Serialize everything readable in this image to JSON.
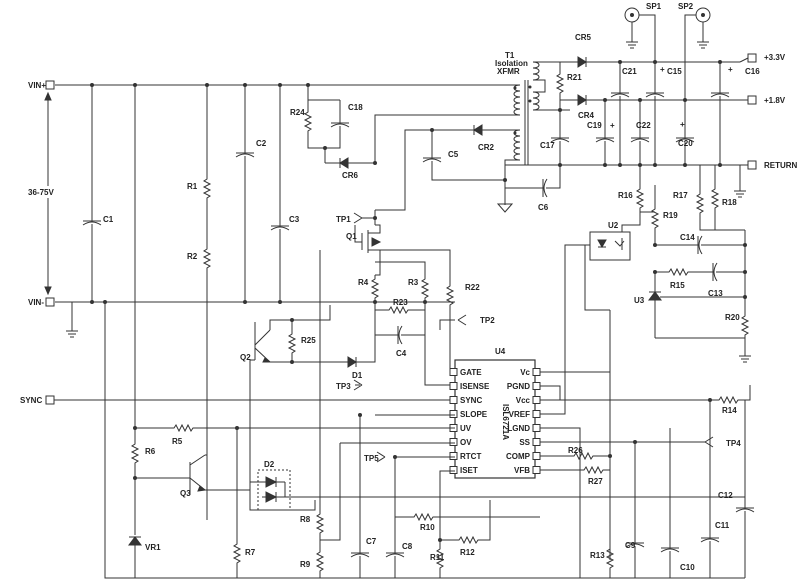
{
  "labels": {
    "t1": "T1",
    "t1_sub1": "Isolation",
    "t1_sub2": "XFMR",
    "sp1": "SP1",
    "sp2": "SP2",
    "vin_top": "VIN+",
    "vin_bot": "VIN-",
    "vrange": "36-75V",
    "sync": "SYNC",
    "out33": "+3.3V",
    "out18": "+1.8V",
    "ret": "RETURN",
    "tp1": "TP1",
    "tp2": "TP2",
    "tp3": "TP3",
    "tp4": "TP4",
    "tp5": "TP5"
  },
  "refs": {
    "C1": "C1",
    "C2": "C2",
    "C3": "C3",
    "C4": "C4",
    "C5": "C5",
    "C6": "C6",
    "C7": "C7",
    "C8": "C8",
    "C9": "C9",
    "C10": "C10",
    "C11": "C11",
    "C12": "C12",
    "C13": "C13",
    "C14": "C14",
    "C15": "C15",
    "C16": "C16",
    "C17": "C17",
    "C18": "C18",
    "C19": "C19",
    "C20": "C20",
    "C21": "C21",
    "C22": "C22",
    "R1": "R1",
    "R2": "R2",
    "R3": "R3",
    "R4": "R4",
    "R5": "R5",
    "R6": "R6",
    "R7": "R7",
    "R8": "R8",
    "R9": "R9",
    "R10": "R10",
    "R11": "R11",
    "R12": "R12",
    "R13": "R13",
    "R14": "R14",
    "R15": "R15",
    "R16": "R16",
    "R17": "R17",
    "R18": "R18",
    "R19": "R19",
    "R20": "R20",
    "R21": "R21",
    "R22": "R22",
    "R23": "R23",
    "R24": "R24",
    "R25": "R25",
    "R26": "R26",
    "R27": "R27",
    "CR2": "CR2",
    "CR4": "CR4",
    "CR5": "CR5",
    "CR6": "CR6",
    "D1": "D1",
    "D2": "D2",
    "Q1": "Q1",
    "Q2": "Q2",
    "Q3": "Q3",
    "U2": "U2",
    "U3": "U3",
    "U4": "U4",
    "VR1": "VR1"
  },
  "ic": {
    "part": "ISL6721A",
    "left_pins": [
      "GATE",
      "ISENSE",
      "SYNC",
      "SLOPE",
      "UV",
      "OV",
      "RTCT",
      "ISET"
    ],
    "right_pins": [
      "Vc",
      "PGND",
      "Vcc",
      "VREF",
      "LGND",
      "SS",
      "COMP",
      "VFB"
    ]
  }
}
